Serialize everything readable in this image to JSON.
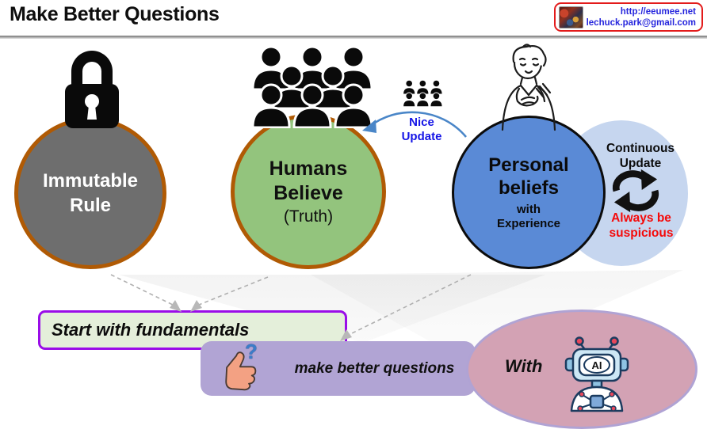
{
  "header": {
    "title": "Make Better Questions"
  },
  "contact": {
    "url": "http://eeumee.net",
    "email": "lechuck.park@gmail.com"
  },
  "circles": {
    "immutable": {
      "label": "Immutable Rule",
      "fill": "#6e6e6e",
      "border": "#b05a04"
    },
    "humans": {
      "label": "Humans Believe",
      "sublabel": "(Truth)",
      "fill": "#93c47d",
      "border": "#b05a04"
    },
    "personal": {
      "label": "Personal beliefs",
      "sublabel": "with Experience",
      "fill": "#5a8ad6",
      "border": "#0c0c0c"
    },
    "continuous": {
      "label": "Continuous Update",
      "warning": "Always be suspicious",
      "fill": "#c6d6ef",
      "warning_color": "#f50a0a"
    }
  },
  "annotations": {
    "nice_update": "Nice Update"
  },
  "bottom": {
    "fundamentals": "Start with fundamentals",
    "questions": "make better questions",
    "with_label": "With",
    "robot_label": "AI"
  },
  "icons": {
    "question_mark": "?"
  }
}
